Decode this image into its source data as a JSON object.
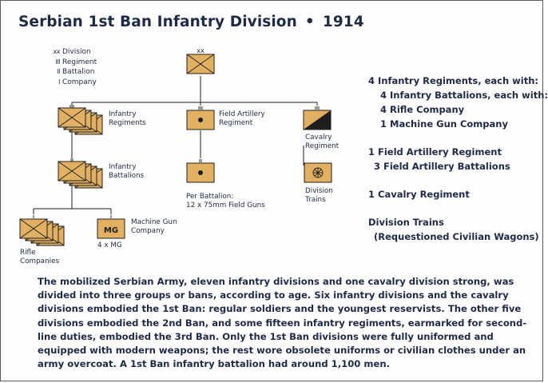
{
  "title": {
    "main": "Serbian 1st Ban Infantry Division",
    "bullet": "•",
    "year": "1914"
  },
  "legend": [
    {
      "symbol": "xx",
      "label": "Division"
    },
    {
      "symbol": "III",
      "label": "Regiment"
    },
    {
      "symbol": "II",
      "label": "Battalion"
    },
    {
      "symbol": "I",
      "label": "Company"
    }
  ],
  "units": {
    "infantry_regiments": {
      "line1": "Infantry",
      "line2": "Regiments"
    },
    "infantry_battalions": {
      "line1": "Infantry",
      "line2": "Battalions"
    },
    "field_artillery": {
      "line1": "Field Artillery",
      "line2": "Regiment"
    },
    "per_battalion": {
      "line1": "Per Battalion:",
      "line2": "12 x 75mm Field Guns"
    },
    "cavalry": {
      "line1": "Cavalry",
      "line2": "Regiment"
    },
    "trains": {
      "line1": "Division",
      "line2": "Trains"
    },
    "rifle": {
      "line1": "Rifle",
      "line2": "Companies"
    },
    "mg": {
      "line1": "Machine Gun",
      "line2": "Company",
      "count": "4 x MG",
      "symbol": "MG"
    }
  },
  "summary": [
    "4 Infantry Regiments, each with:",
    "4 Infantry Battalions, each with:",
    "4 Rifle Company",
    "1 Machine Gun Company",
    "1 Field Artillery Regiment",
    "3 Field Artillery Battalions",
    "1 Cavalry Regiment",
    "Division Trains",
    "(Requestioned Civilian Wagons)"
  ],
  "description": [
    "The mobilized Serbian Army, eleven infantry divisions and one cavalry division strong, was",
    "divided into three groups or bans, according to age. Six infantry divisions and the cavalry",
    "divisions embodied the 1st Ban: regular soldiers and the youngest reservists. The other five",
    "divisions embodied the 2nd Ban, and some fifteen infantry regiments, earmarked for second-",
    "line duties, embodied the 3rd Ban. Only the 1st Ban divisions were fully uniformed and",
    "equipped with modern weapons; the rest wore obsolete uniforms or civilian clothes under an",
    "army overcoat. A 1st Ban infantry battalion had around 1,100 men."
  ],
  "colors": {
    "unit_fill": "#e2b062",
    "outline": "#1f1f1f",
    "text": "#1f2a44"
  },
  "icons": {
    "infantry": "crossed-box-icon",
    "artillery": "dot-box-icon",
    "cavalry": "diagonal-box-icon",
    "trains": "wheel-box-icon",
    "machine_gun": "mg-box-icon"
  }
}
